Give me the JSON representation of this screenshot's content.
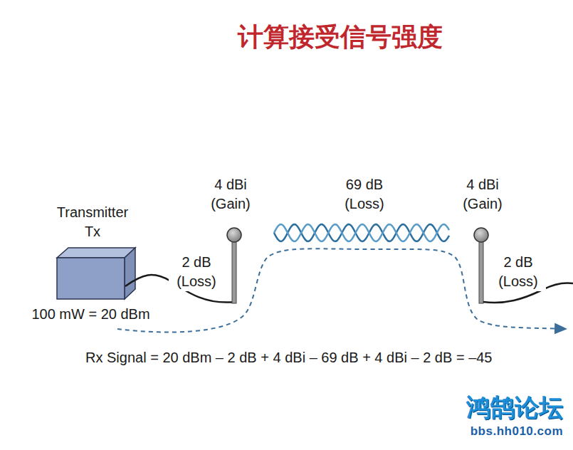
{
  "diagram": {
    "title": "计算接受信号强度",
    "nodes": [
      {
        "text": [
          "Transmitter Tx",
          "100 mW = 20 dBm"
        ]
      }
    ],
    "labels": [
      "4 dBi (Gain)",
      "2 dB (Loss)",
      "69 dB (Loss)",
      "4 dBi (Gain)",
      "2 dB (Loss)",
      "Rx Signal = 20 dBm – 2 dB + 4 dBi – 69 dB + 4 dBi – 2 dB = –45",
      "鸿鹄论坛",
      "bbs.hh010.com"
    ]
  }
}
